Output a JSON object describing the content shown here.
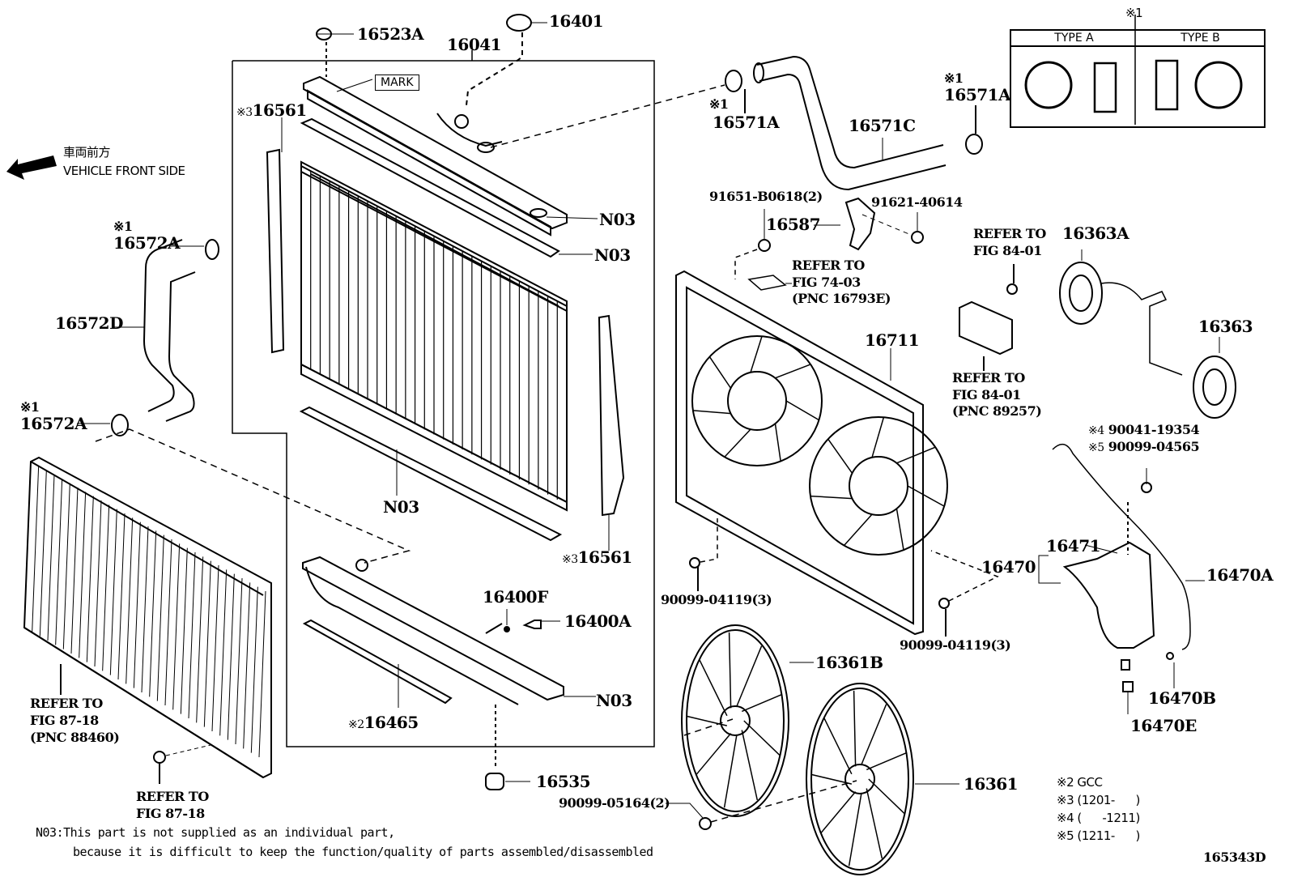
{
  "figure_id": "165343D",
  "direction": {
    "jp": "車両前方",
    "en": "VEHICLE FRONT SIDE"
  },
  "note_mark_1": "※1",
  "type_legend": {
    "type_a": "TYPE A",
    "type_b": "TYPE B"
  },
  "labels": {
    "p16523A": "16523A",
    "p16401": "16401",
    "p16041": "16041",
    "mark": "MARK",
    "p16561_top": "16561",
    "p16561_bottom": "16561",
    "n03_a": "N03",
    "n03_b": "N03",
    "n03_c": "N03",
    "n03_d": "N03",
    "p16572A_top": "16572A",
    "p16572A_bottom": "16572A",
    "p16572D": "16572D",
    "p16571A_left": "16571A",
    "p16571A_right": "16571A",
    "p16571C": "16571C",
    "p91651": "91651-B0618(2)",
    "p91621": "91621-40614",
    "p16587": "16587",
    "refer_74_03": [
      "REFER TO",
      "FIG 74-03",
      "(PNC 16793E)"
    ],
    "p16711": "16711",
    "refer_84_01_a": [
      "REFER TO",
      "FIG 84-01"
    ],
    "refer_84_01_b": [
      "REFER TO",
      "FIG 84-01",
      "(PNC 89257)"
    ],
    "p16363A": "16363A",
    "p16363": "16363",
    "p90041": "90041-19354",
    "p90099_04565": "90099-04565",
    "p90099_04119_a": "90099-04119(3)",
    "p90099_04119_b": "90099-04119(3)",
    "p16471": "16471",
    "p16470": "16470",
    "p16470A": "16470A",
    "p16470B": "16470B",
    "p16470E": "16470E",
    "p16400F": "16400F",
    "p16400A": "16400A",
    "p16465": "16465",
    "p16535": "16535",
    "p16361B": "16361B",
    "p16361": "16361",
    "p90099_05164": "90099-05164(2)",
    "refer_87_18_a": [
      "REFER TO",
      "FIG 87-18",
      "(PNC 88460)"
    ],
    "refer_87_18_b": [
      "REFER TO",
      "FIG 87-18"
    ]
  },
  "note_marks": {
    "m1": "※1",
    "m2": "※2",
    "m3": "※3",
    "m4": "※4",
    "m5": "※5"
  },
  "footnotes": [
    {
      "mark": "※2",
      "text": "GCC"
    },
    {
      "mark": "※3",
      "text": "(1201-      )"
    },
    {
      "mark": "※4",
      "text": "(      -1211)"
    },
    {
      "mark": "※5",
      "text": "(1211-      )"
    }
  ],
  "n03_note": {
    "line1": "N03:This part is not supplied as an individual part,",
    "line2": "because it is difficult to keep the function/quality of parts assembled/disassembled"
  }
}
